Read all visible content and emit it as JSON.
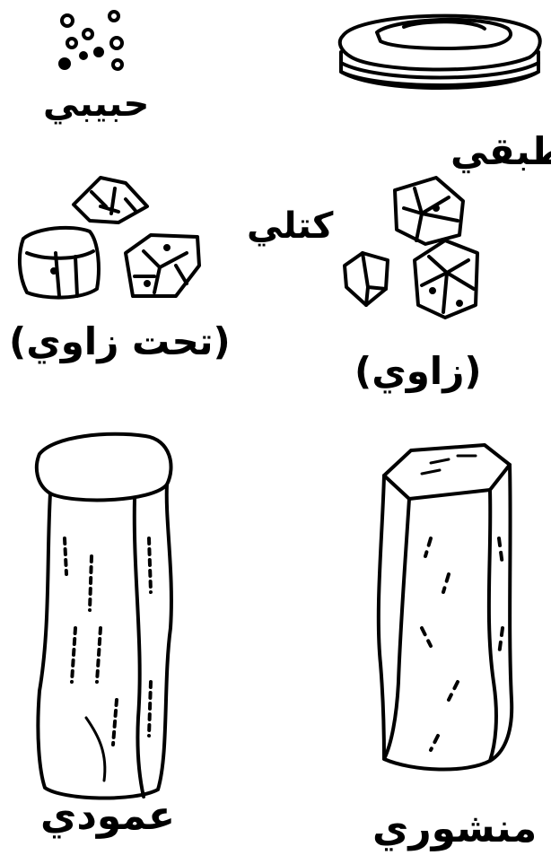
{
  "labels": {
    "granular": "حبيبي",
    "platy": "طبقي",
    "blocky": "كتلي",
    "subangular": "(تحت زاوي)",
    "angular": "(زاوي)",
    "columnar": "عمودي",
    "prismatic": "منشوري"
  }
}
